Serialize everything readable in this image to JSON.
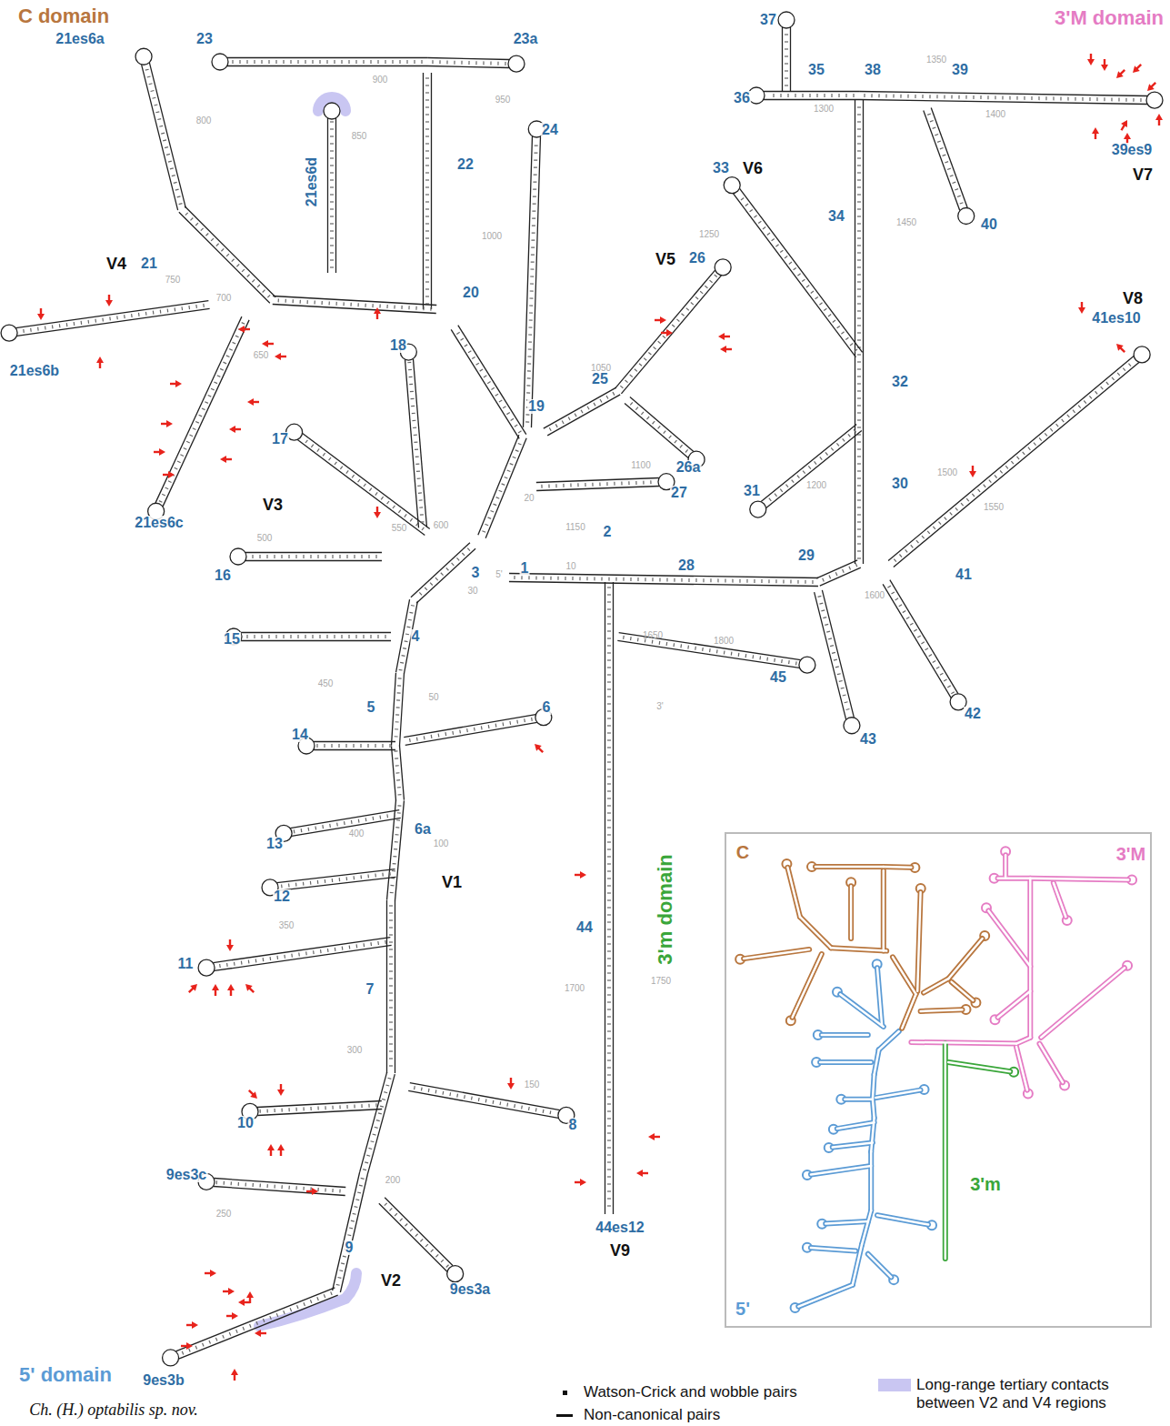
{
  "diagram": {
    "nodes": [
      {
        "text": [
          "C",
          "3'M",
          "5'",
          "3'm"
        ]
      }
    ],
    "labels": [
      "C domain",
      "3'M domain",
      "5' domain",
      "3'm domain",
      "Ch. (H.) optabilis sp. nov.",
      "1",
      "2",
      "3",
      "4",
      "5",
      "6",
      "6a",
      "7",
      "8",
      "9",
      "9es3a",
      "9es3b",
      "9es3c",
      "10",
      "11",
      "12",
      "13",
      "14",
      "15",
      "16",
      "17",
      "18",
      "19",
      "20",
      "21",
      "21es6a",
      "21es6b",
      "21es6c",
      "21es6d",
      "22",
      "23",
      "23a",
      "24",
      "25",
      "26",
      "26a",
      "27",
      "28",
      "29",
      "30",
      "31",
      "32",
      "33",
      "34",
      "35",
      "36",
      "37",
      "38",
      "39",
      "39es9",
      "40",
      "41",
      "41es10",
      "42",
      "43",
      "44",
      "44es12",
      "45",
      "V1",
      "V2",
      "V3",
      "V4",
      "V5",
      "V6",
      "V7",
      "V8",
      "V9",
      "5'",
      "10",
      "20",
      "30",
      "50",
      "100",
      "150",
      "200",
      "250",
      "300",
      "350",
      "400",
      "450",
      "500",
      "550",
      "600",
      "650",
      "700",
      "750",
      "800",
      "850",
      "900",
      "950",
      "1000",
      "1050",
      "1100",
      "1150",
      "1200",
      "1250",
      "1300",
      "1350",
      "1400",
      "1450",
      "1500",
      "1550",
      "1600",
      "1650",
      "1700",
      "1750",
      "1800",
      "3'"
    ],
    "legend": [
      {
        "text": "Watson-Crick and wobble pairs"
      },
      {
        "text": "Non-canonical pairs"
      },
      {
        "text": "Long-range tertiary contacts between V2 and V4 regions",
        "color": "#c9c6f2"
      }
    ]
  }
}
